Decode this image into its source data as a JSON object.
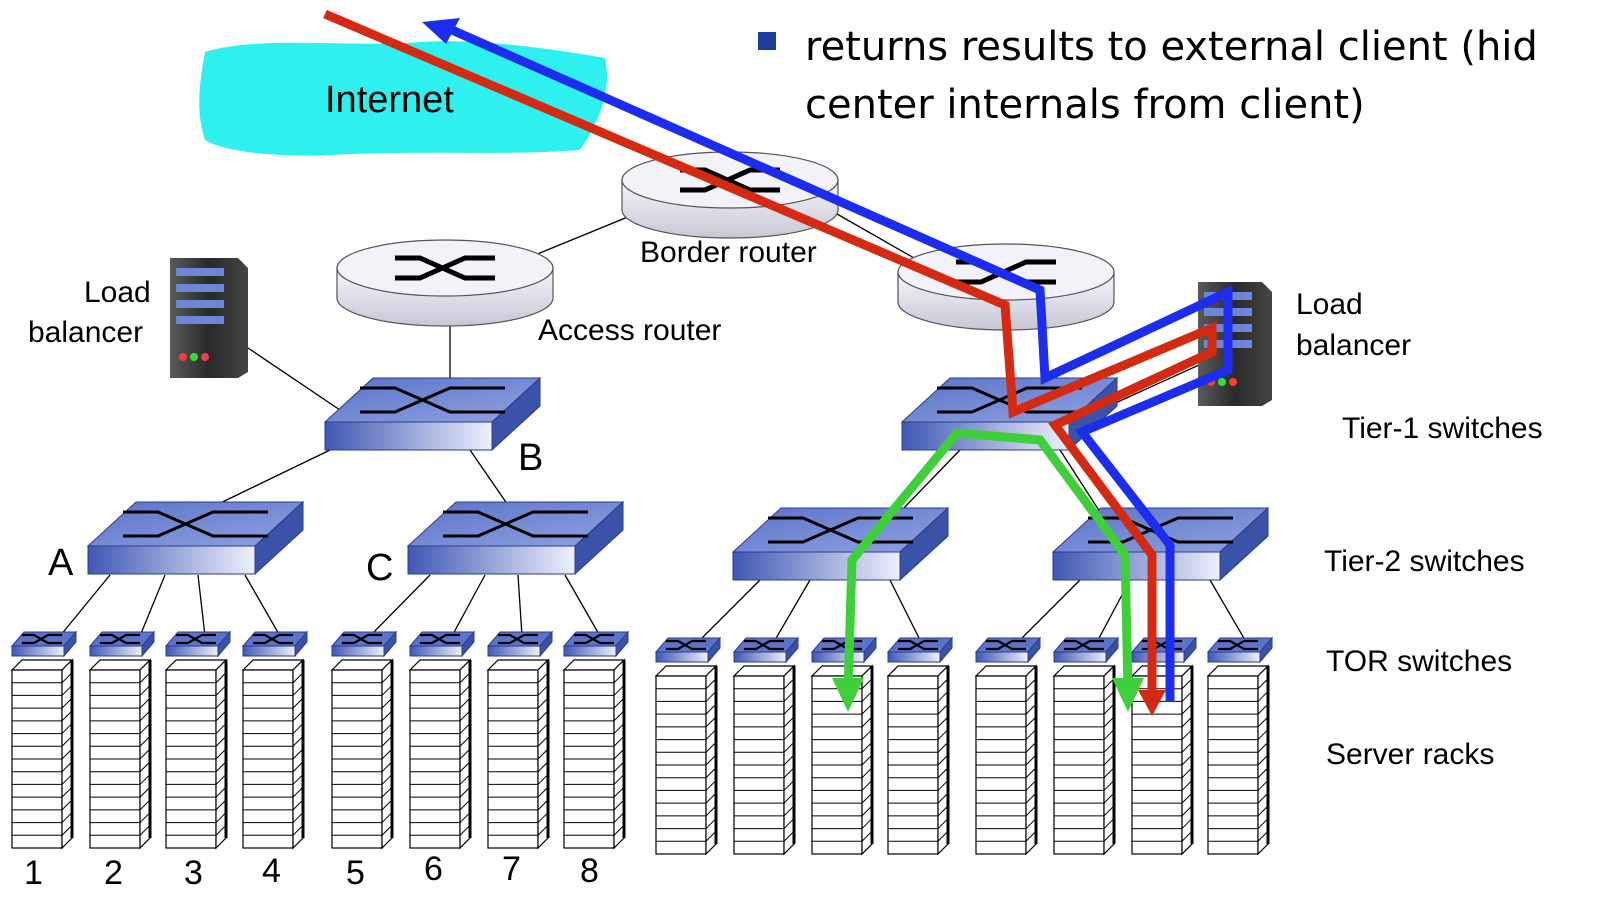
{
  "bullet": {
    "line1": "returns results to external client (hid",
    "line2": "center internals from client)"
  },
  "labels": {
    "internet": "Internet",
    "border_router": "Border router",
    "access_router": "Access router",
    "load_balancer_left": [
      "Load",
      "balancer"
    ],
    "load_balancer_right": [
      "Load",
      "balancer"
    ],
    "switch_a": "A",
    "switch_b": "B",
    "switch_c": "C",
    "tier1": "Tier-1 switches",
    "tier2": "Tier-2 switches",
    "tor": "TOR switches",
    "racks": "Server racks"
  },
  "rack_numbers": [
    "1",
    "2",
    "3",
    "4",
    "5",
    "6",
    "7",
    "8"
  ],
  "paths": [
    {
      "name": "request-path",
      "color": "#d52a12"
    },
    {
      "name": "response-path",
      "color": "#1c2cf0"
    },
    {
      "name": "internal-path",
      "color": "#3fcf3a"
    }
  ],
  "colors": {
    "cloud": "#2ef0ef",
    "switch_top": "#5a74c6",
    "switch_front": "#4a64b8",
    "router": "#ececf5"
  }
}
